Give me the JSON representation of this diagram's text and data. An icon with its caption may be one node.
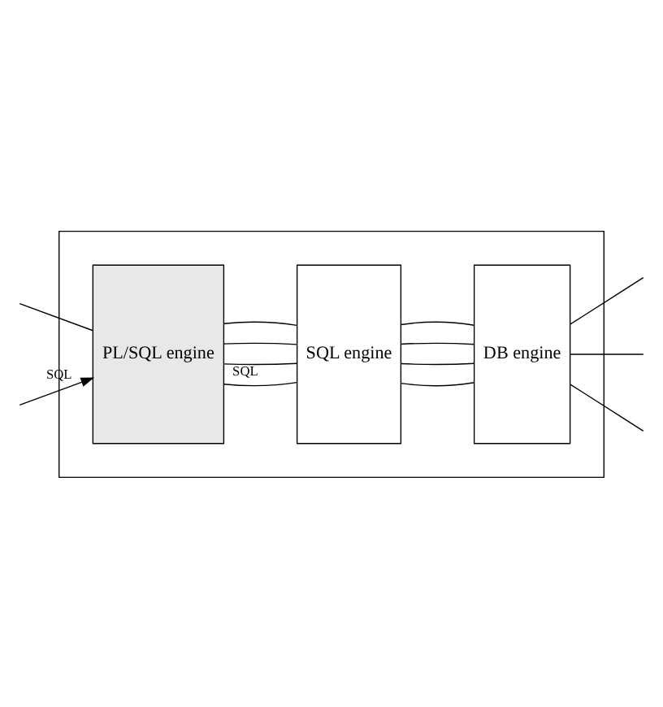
{
  "diagram": {
    "nodes": [
      {
        "text": [],
        "shape": "box"
      },
      {
        "text": [
          "PL/SQL engine"
        ],
        "in": 0
      },
      {
        "text": [
          "SQL engine"
        ],
        "in": 0
      },
      {
        "text": [
          "DB engine"
        ],
        "in": 0
      }
    ],
    "edges": [
      {
        "from": null,
        "to": 1,
        "arrow": "none"
      },
      {
        "from": null,
        "to": 1,
        "arrow": "to",
        "label": "SQL"
      },
      {
        "from": 1,
        "to": 2,
        "arrow": "none",
        "label": "SQL"
      },
      {
        "from": 1,
        "to": 2,
        "arrow": "none"
      },
      {
        "from": 1,
        "to": 2,
        "arrow": "none"
      },
      {
        "from": 1,
        "to": 2,
        "arrow": "none"
      },
      {
        "from": 2,
        "to": 3,
        "arrow": "none"
      },
      {
        "from": 2,
        "to": 3,
        "arrow": "none"
      },
      {
        "from": 2,
        "to": 3,
        "arrow": "none"
      },
      {
        "from": 2,
        "to": 3,
        "arrow": "none"
      },
      {
        "from": 3,
        "to": null,
        "arrow": "none"
      },
      {
        "from": 3,
        "to": null,
        "arrow": "none"
      },
      {
        "from": 3,
        "to": null,
        "arrow": "none"
      }
    ]
  }
}
